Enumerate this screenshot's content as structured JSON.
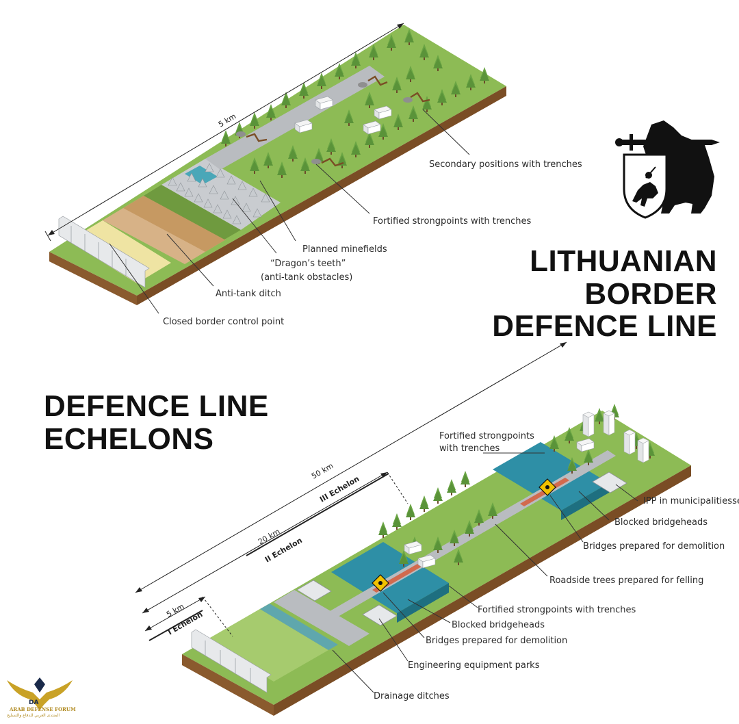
{
  "titles": {
    "main_line1": "LITHUANIAN BORDER",
    "main_line2": "DEFENCE LINE",
    "echelons_line1": "DEFENCE LINE",
    "echelons_line2": "ECHELONS"
  },
  "top_diagram": {
    "length_label": "5 km",
    "labels": {
      "secondary": "Secondary positions with trenches",
      "fortified": "Fortified strongpoints with trenches",
      "minefields": "Planned minefields",
      "dragons_1": "“Dragon’s teeth”",
      "dragons_2": "(anti-tank obstacles)",
      "ditch": "Anti-tank ditch",
      "checkpoint": "Closed border control point"
    }
  },
  "bottom_diagram": {
    "dist_50": "50 km",
    "dist_20": "20 km",
    "dist_5": "5 km",
    "echelon_3": "III Echelon",
    "echelon_2": "II Echelon",
    "echelon_1": "I Echelon",
    "labels": {
      "fort_top_1": "Fortified strongpoints",
      "fort_top_2": "with trenches",
      "ipp": "IPP in municipalitiesse",
      "blocked_top": "Blocked bridgeheads",
      "bridges_top": "Bridges prepared for demolition",
      "roadside": "Roadside trees prepared for felling",
      "fort_bottom": "Fortified strongpoints with trenches",
      "blocked_bottom": "Blocked bridgeheads",
      "bridges_bottom": "Bridges prepared for demolition",
      "engineering": "Engineering equipment parks",
      "drainage": "Drainage ditches"
    }
  },
  "watermark": {
    "abbr": "DA",
    "name": "ARAB DEFENSE FORUM",
    "arabic": "المنتدى العربي للدفاع والتسليح"
  },
  "colors": {
    "grass": "#8dbb55",
    "grass_dark": "#6f9a3f",
    "soil": "#c9a06a",
    "soil_side": "#8a5a2e",
    "road": "#b9bcc0",
    "water": "#2e8fa6",
    "tree": "#5f9a3a",
    "gold": "#c9a227"
  }
}
